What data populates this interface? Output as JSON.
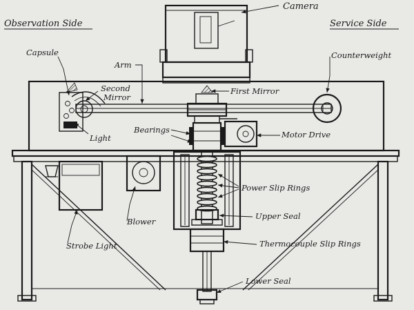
{
  "labels": {
    "camera": "Camera",
    "observation_side": "Observation Side",
    "service_side": "Service Side",
    "capsule": "Capsule",
    "arm": "Arm",
    "second_mirror": "Second\nMirror",
    "counterweight": "Counterweight",
    "first_mirror": "First Mirror",
    "light": "Light",
    "bearings": "Bearings",
    "motor_drive": "Motor Drive",
    "power_slip_rings": "Power Slip Rings",
    "blower": "Blower",
    "upper_seal": "Upper Seal",
    "strobe_light": "Strobe Light",
    "thermocouple_slip_rings": "Thermocouple Slip Rings",
    "lower_seal": "Lower Seal"
  },
  "colors": {
    "ink": "#1a1a1a",
    "paper": "#e9e9e6"
  }
}
